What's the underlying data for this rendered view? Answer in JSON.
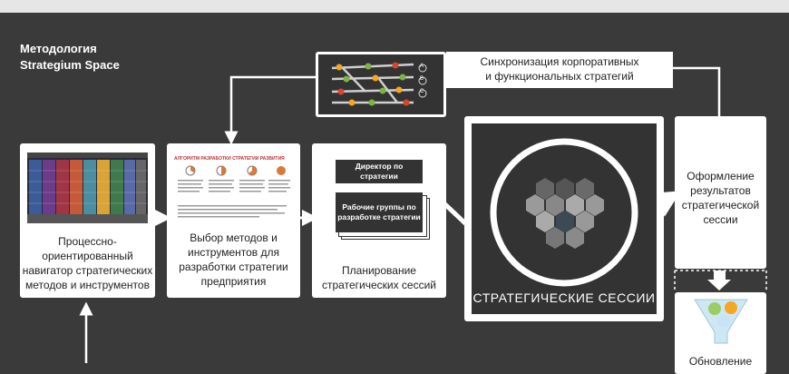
{
  "title": "Методология\nStrategium Space",
  "sync": {
    "label": "Синхронизация корпоративных\nи функциональных стратегий",
    "markers": [
      "A",
      "B",
      "C"
    ]
  },
  "cards": {
    "navigator": "Процессно-\nориентированный\nнавигатор стратегических\nметодов и инструментов",
    "selection": "Выбор методов и\nинструментов для\nразработки стратегии\nпредприятия",
    "selection_thumb_title": "АЛГОРИТМ РАЗРАБОТКИ СТРАТЕГИИ РАЗВИТИЯ",
    "planning": "Планирование\nстратегических сессий",
    "planning_box1": "Директор по\nстратегии",
    "planning_box2": "Рабочие группы по\nразработке стратегии",
    "results": "Оформление\nрезультатов\nстратегической\nсессии",
    "update": "Обновление"
  },
  "sessions": {
    "label": "СТРАТЕГИЧЕСКИЕ СЕССИИ"
  },
  "colors": {
    "background": "#3a3a3a",
    "card": "#ffffff",
    "dark": "#333333",
    "hex_dark": "#555555",
    "hex_light": "#9a9a9a",
    "dot_green": "#7cb342",
    "dot_orange": "#f5a623",
    "dot_red": "#d9452b"
  }
}
